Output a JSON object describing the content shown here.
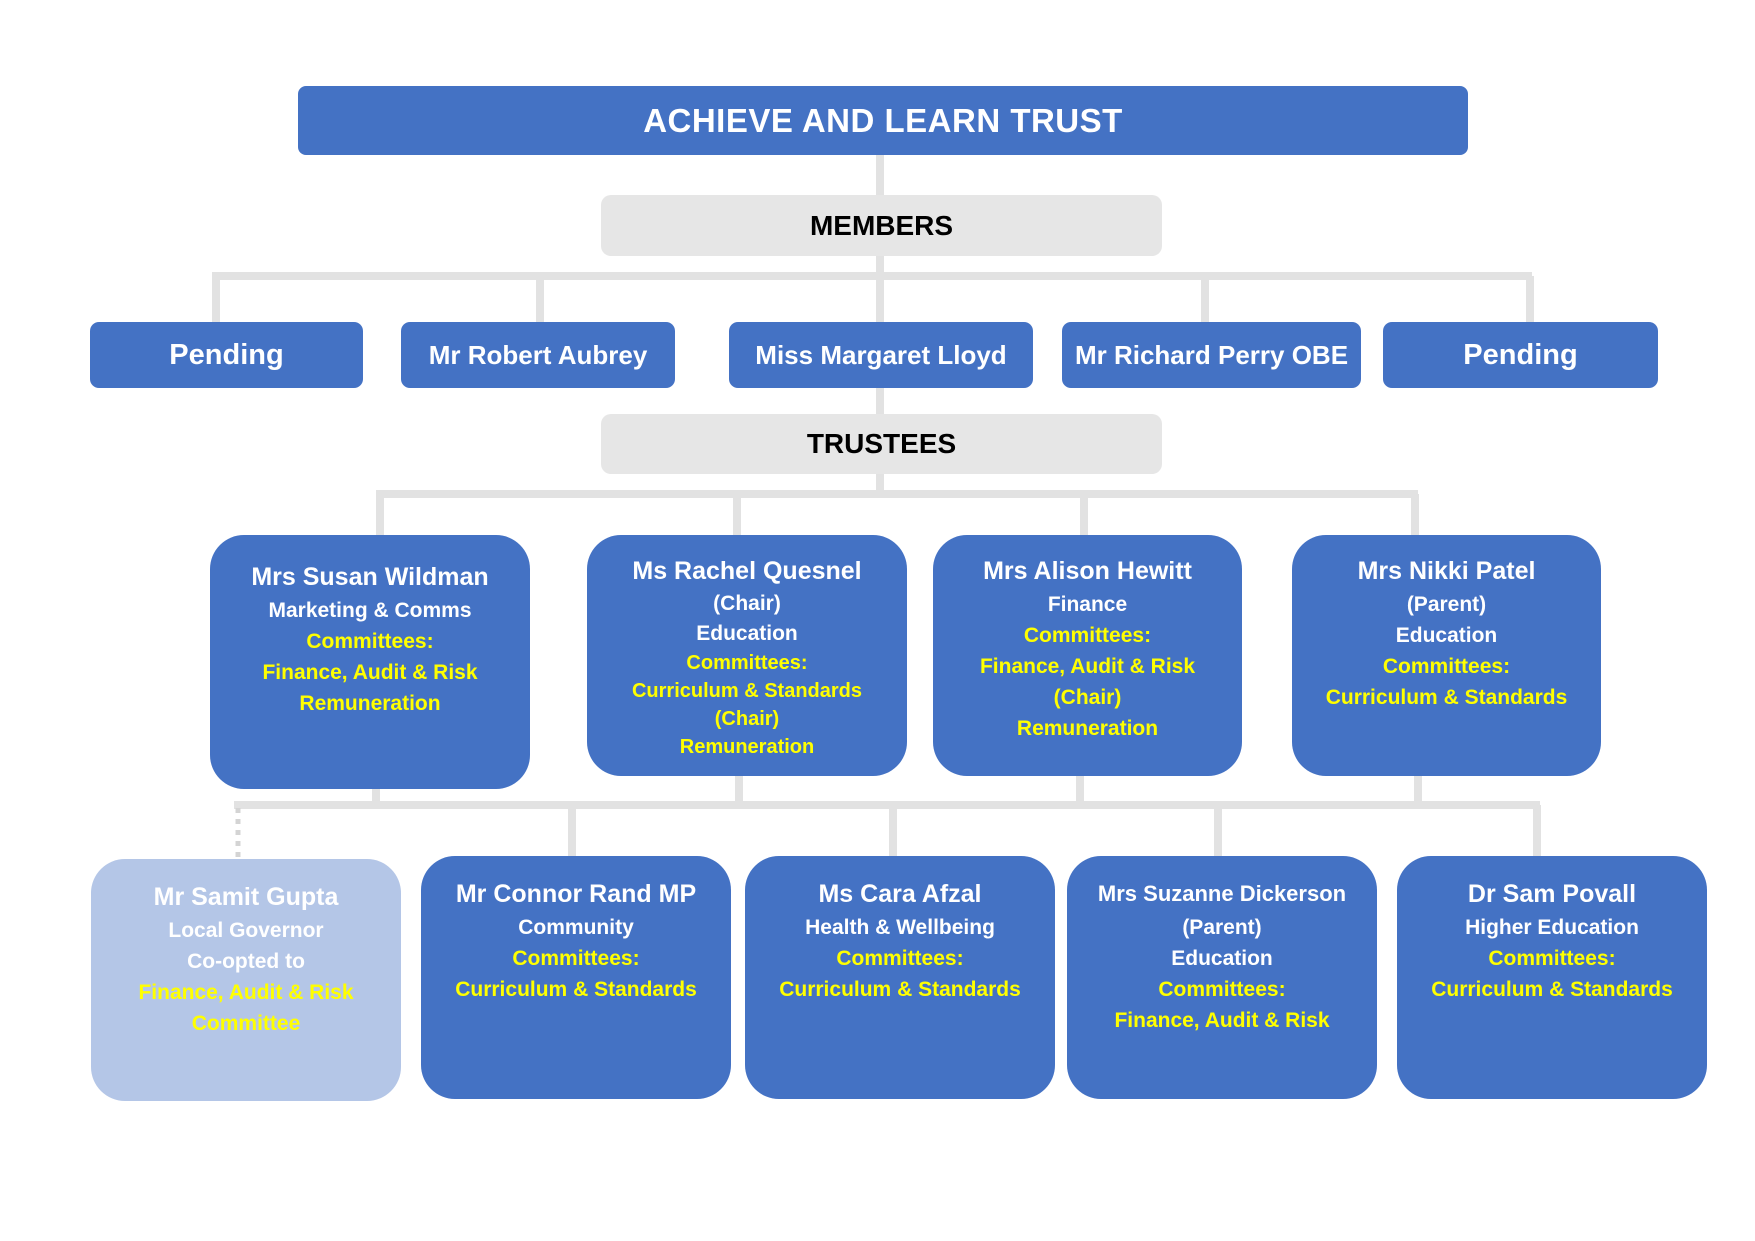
{
  "title": "ACHIEVE AND LEARN TRUST",
  "members_heading": "MEMBERS",
  "trustees_heading": "TRUSTEES",
  "members": [
    {
      "name": "Pending"
    },
    {
      "name": "Mr Robert Aubrey"
    },
    {
      "name": "Miss Margaret Lloyd"
    },
    {
      "name": "Mr Richard Perry OBE"
    },
    {
      "name": "Pending"
    }
  ],
  "trustees_row1": [
    {
      "name": "Mrs Susan Wildman",
      "lines": [
        "Marketing & Comms"
      ],
      "committees": [
        "Committees:",
        "Finance, Audit & Risk",
        "Remuneration"
      ]
    },
    {
      "name": "Ms Rachel Quesnel",
      "lines": [
        "(Chair)",
        "Education"
      ],
      "committees": [
        "Committees:",
        "Curriculum & Standards",
        "(Chair)",
        "Remuneration"
      ]
    },
    {
      "name": "Mrs Alison Hewitt",
      "lines": [
        "Finance"
      ],
      "committees": [
        "Committees:",
        "Finance, Audit & Risk",
        "(Chair)",
        "Remuneration"
      ]
    },
    {
      "name": "Mrs Nikki Patel",
      "lines": [
        "(Parent)",
        "Education"
      ],
      "committees": [
        "Committees:",
        "Curriculum & Standards"
      ]
    }
  ],
  "trustees_row2": [
    {
      "name": "Mr Samit Gupta",
      "lines": [
        "Local Governor",
        "Co-opted to"
      ],
      "committees": [
        "Finance, Audit & Risk",
        "Committee"
      ]
    },
    {
      "name": "Mr Connor Rand MP",
      "lines": [
        "Community"
      ],
      "committees": [
        "Committees:",
        "Curriculum & Standards"
      ]
    },
    {
      "name": "Ms Cara Afzal",
      "lines": [
        "Health & Wellbeing"
      ],
      "committees": [
        "Committees:",
        "Curriculum & Standards"
      ]
    },
    {
      "name": "Mrs Suzanne Dickerson",
      "lines": [
        "(Parent)",
        "Education"
      ],
      "committees": [
        "Committees:",
        "Finance, Audit & Risk"
      ]
    },
    {
      "name": "Dr Sam Povall",
      "lines": [
        "Higher Education"
      ],
      "committees": [
        "Committees:",
        "Curriculum & Standards"
      ]
    }
  ],
  "colors": {
    "box_blue": "#4472c4",
    "band_grey": "#e6e6e6",
    "committee_yellow": "#ffff00",
    "faded_blue": "#b4c6e7",
    "connector_grey": "#e6e6e6"
  }
}
